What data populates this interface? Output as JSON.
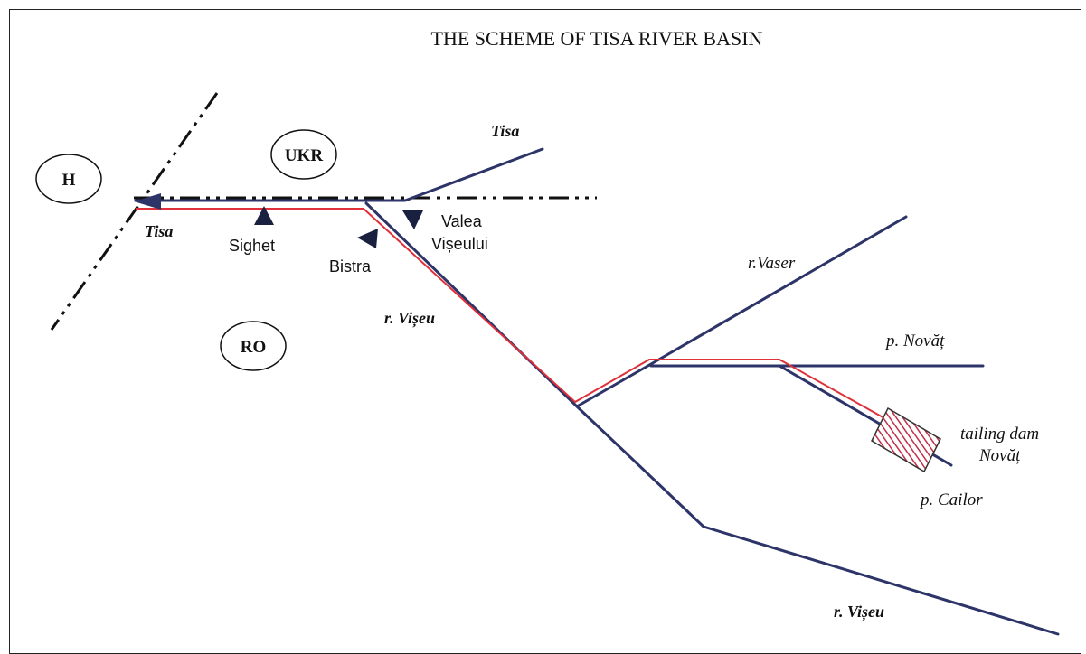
{
  "title": "THE SCHEME OF TISA RIVER BASIN",
  "regions": {
    "hungary": "H",
    "ukraine": "UKR",
    "romania": "RO"
  },
  "rivers": {
    "tisa_upper": "Tisa",
    "tisa_lower": "Tisa",
    "viseu_mid": "r. Vișeu",
    "viseu_lower": "r. Vișeu",
    "vaser": "r.Vaser",
    "novat": "p. Novăț",
    "cailor": "p. Cailor"
  },
  "stations": {
    "sighet": "Sighet",
    "bistra": "Bistra",
    "valea_line1": "Valea",
    "valea_line2": "Vișeului"
  },
  "tailing_dam": {
    "line1": "tailing dam",
    "line2": "Novăț"
  },
  "colors": {
    "river": "#2c3468",
    "pollution": "#e0303a",
    "dam_hatch": "#c03048",
    "border": "#111111"
  }
}
